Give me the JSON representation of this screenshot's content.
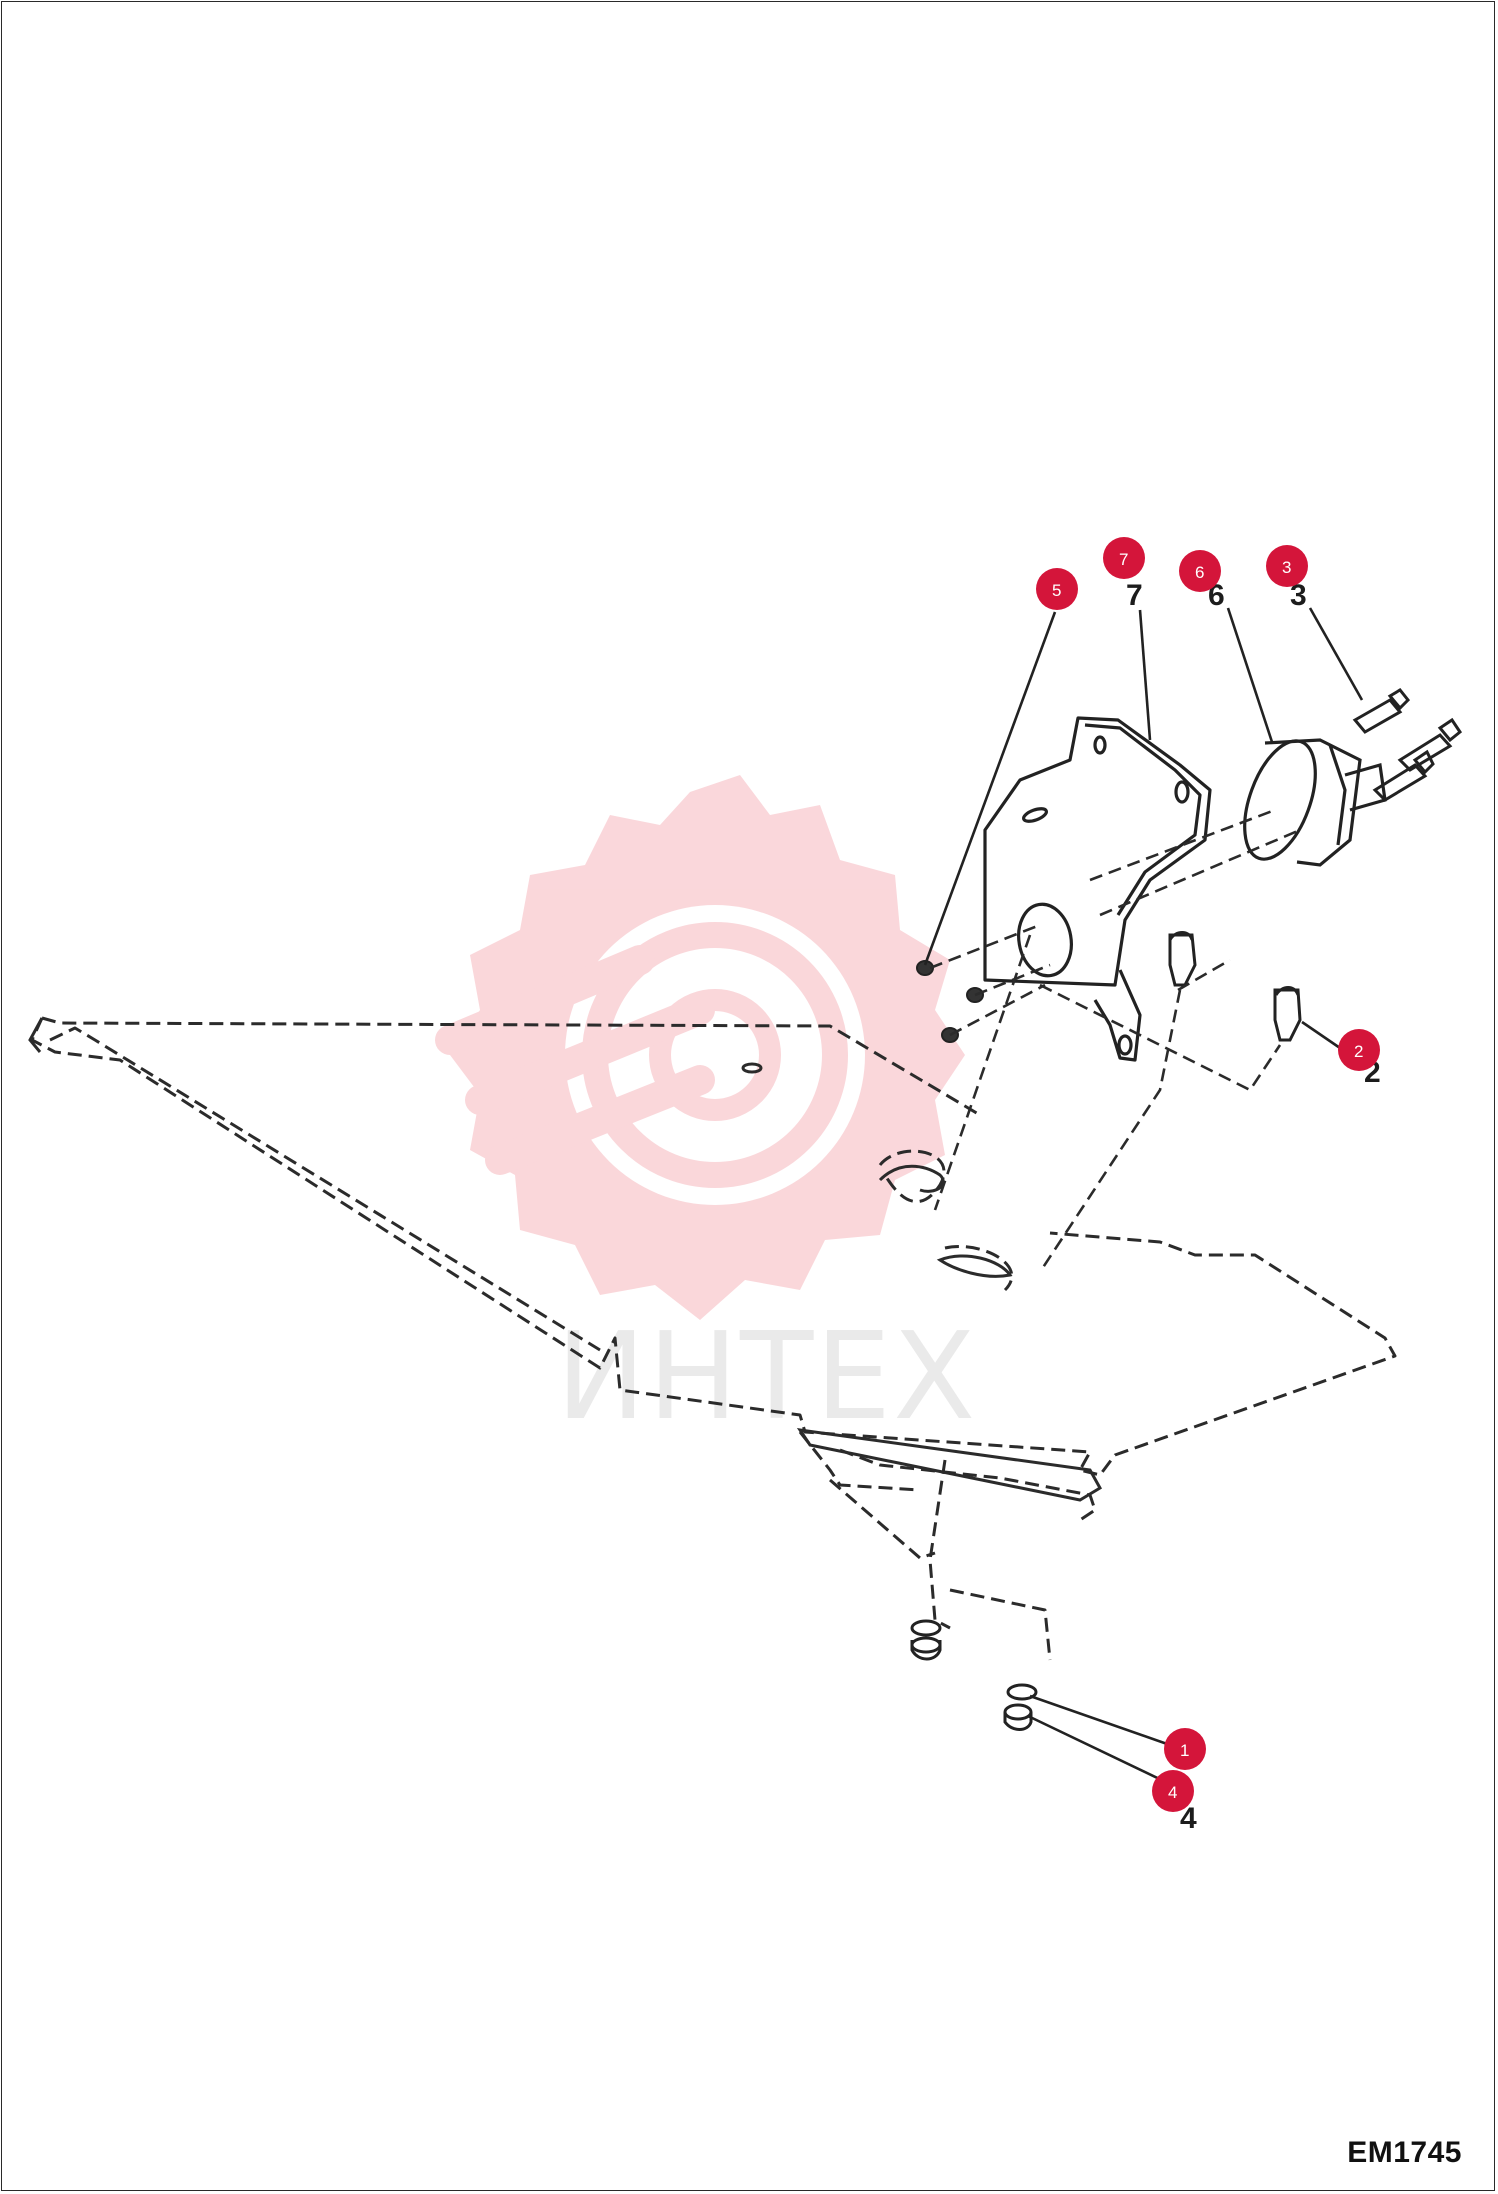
{
  "watermark": {
    "text": "ИНТЕХ",
    "color": "#f4b8bc"
  },
  "callouts": [
    {
      "id": "c5",
      "label": "5"
    },
    {
      "id": "c7",
      "label": "7"
    },
    {
      "id": "c6",
      "label": "6"
    },
    {
      "id": "c3",
      "label": "3"
    },
    {
      "id": "c2",
      "label": "2"
    },
    {
      "id": "c1",
      "label": "1"
    },
    {
      "id": "c4",
      "label": "4"
    }
  ],
  "part_numbers": {
    "p7": "7",
    "p6": "6",
    "p3": "3",
    "p2": "2",
    "p4": "4"
  },
  "callout_color": "#d4153a",
  "drawing_code": "EM1745"
}
